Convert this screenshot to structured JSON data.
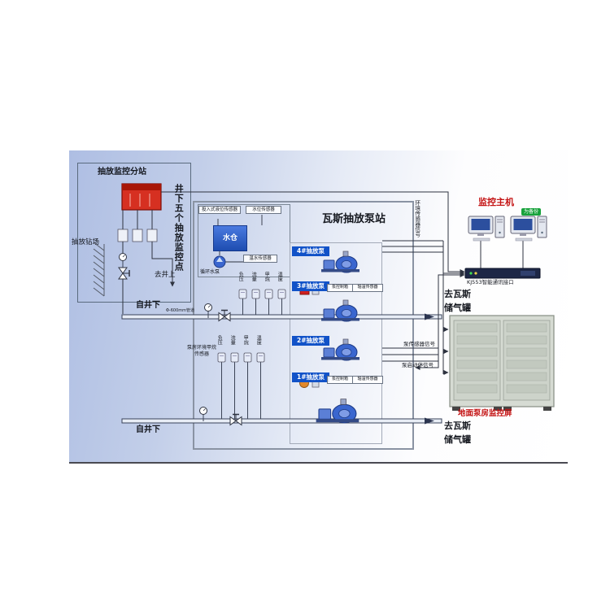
{
  "colors": {
    "bg_gradient_left": "#aebee3",
    "accent_red": "#c41313",
    "pump_chip_blue": "#1152c8",
    "backup_green": "#17a23b"
  },
  "substation": {
    "title": "抽放监控分站",
    "side_label": "井下五个抽放监控点",
    "drill_site_label": "抽放钻场",
    "to_surface_label": "去井上"
  },
  "station": {
    "title": "瓦斯抽放泵站",
    "sump": {
      "level_sensor_label": "投入式液位传感器",
      "water_level_label": "水位传感器",
      "tank_label": "水仓",
      "circulating_pump_label": "循环水泵",
      "warm_water_sensor_label": "温水传感器"
    },
    "pump_rows": [
      {
        "label": "4#抽放泵"
      },
      {
        "label": "3#抽放泵",
        "devices": [
          "泵控制箱",
          "轴温传感器"
        ]
      },
      {
        "label": "2#抽放泵"
      },
      {
        "label": "1#抽放泵",
        "devices": [
          "泵控制箱",
          "轴温传感器"
        ]
      }
    ],
    "sensor_group_upper": [
      "负压",
      "流量",
      "甲烷",
      "温度"
    ],
    "sensor_group_lower": [
      "负压",
      "流量",
      "甲烷",
      "温度"
    ],
    "sensor_group_lower_label": "泵房环境甲烷传感器"
  },
  "pipes": {
    "size_label": "Φ-600mm管道",
    "upper": {
      "from_label": "自井下",
      "to_line1": "去瓦斯",
      "to_line2": "储气罐"
    },
    "lower": {
      "from_label": "自井下",
      "to_line1": "去瓦斯",
      "to_line2": "储气罐"
    }
  },
  "signals": {
    "environment": "环境传感器信号",
    "pump": "泵传感器信号",
    "start_stop": "泵启动停信号"
  },
  "surface": {
    "host_label": "监控主机",
    "backup_label": "为备份",
    "comm_label": "KJ553智能通讯接口",
    "cabinet_label": "地面泵房监控屏"
  }
}
